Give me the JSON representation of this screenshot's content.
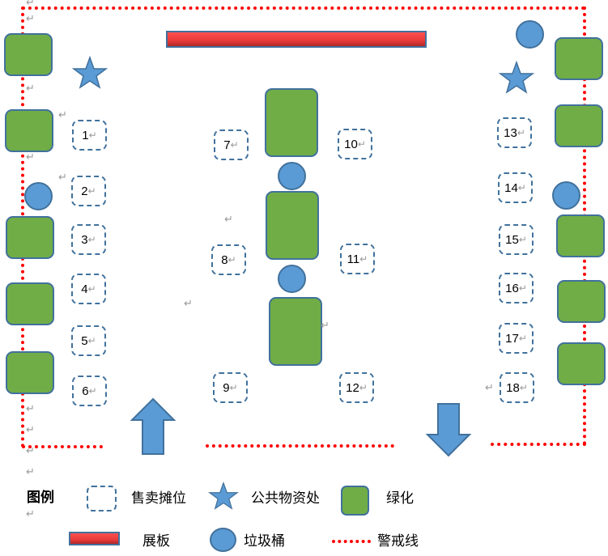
{
  "diagram": {
    "stalls": [
      {
        "label": "1"
      },
      {
        "label": "2"
      },
      {
        "label": "3"
      },
      {
        "label": "4"
      },
      {
        "label": "5"
      },
      {
        "label": "6"
      },
      {
        "label": "7"
      },
      {
        "label": "8"
      },
      {
        "label": "9"
      },
      {
        "label": "10"
      },
      {
        "label": "11"
      },
      {
        "label": "12"
      },
      {
        "label": "13"
      },
      {
        "label": "14"
      },
      {
        "label": "15"
      },
      {
        "label": "16"
      },
      {
        "label": "17"
      },
      {
        "label": "18"
      }
    ],
    "arrows": {
      "entrance": "up",
      "exit": "down"
    },
    "return_mark": "↵"
  },
  "legend": {
    "title": "图例",
    "items": [
      {
        "icon": "dashed-box-icon",
        "label": "售卖摊位"
      },
      {
        "icon": "star-icon",
        "label": "公共物资处"
      },
      {
        "icon": "green-block-icon",
        "label": "绿化"
      },
      {
        "icon": "display-board-icon",
        "label": "展板"
      },
      {
        "icon": "circle-icon",
        "label": "垃圾桶"
      },
      {
        "icon": "dotted-line-icon",
        "label": "警戒线"
      }
    ]
  },
  "colors": {
    "cordon": "#ff0000",
    "greenery": "#70ad47",
    "outline": "#41719c",
    "bin": "#5b9bd5",
    "board": "#e83a3a"
  }
}
